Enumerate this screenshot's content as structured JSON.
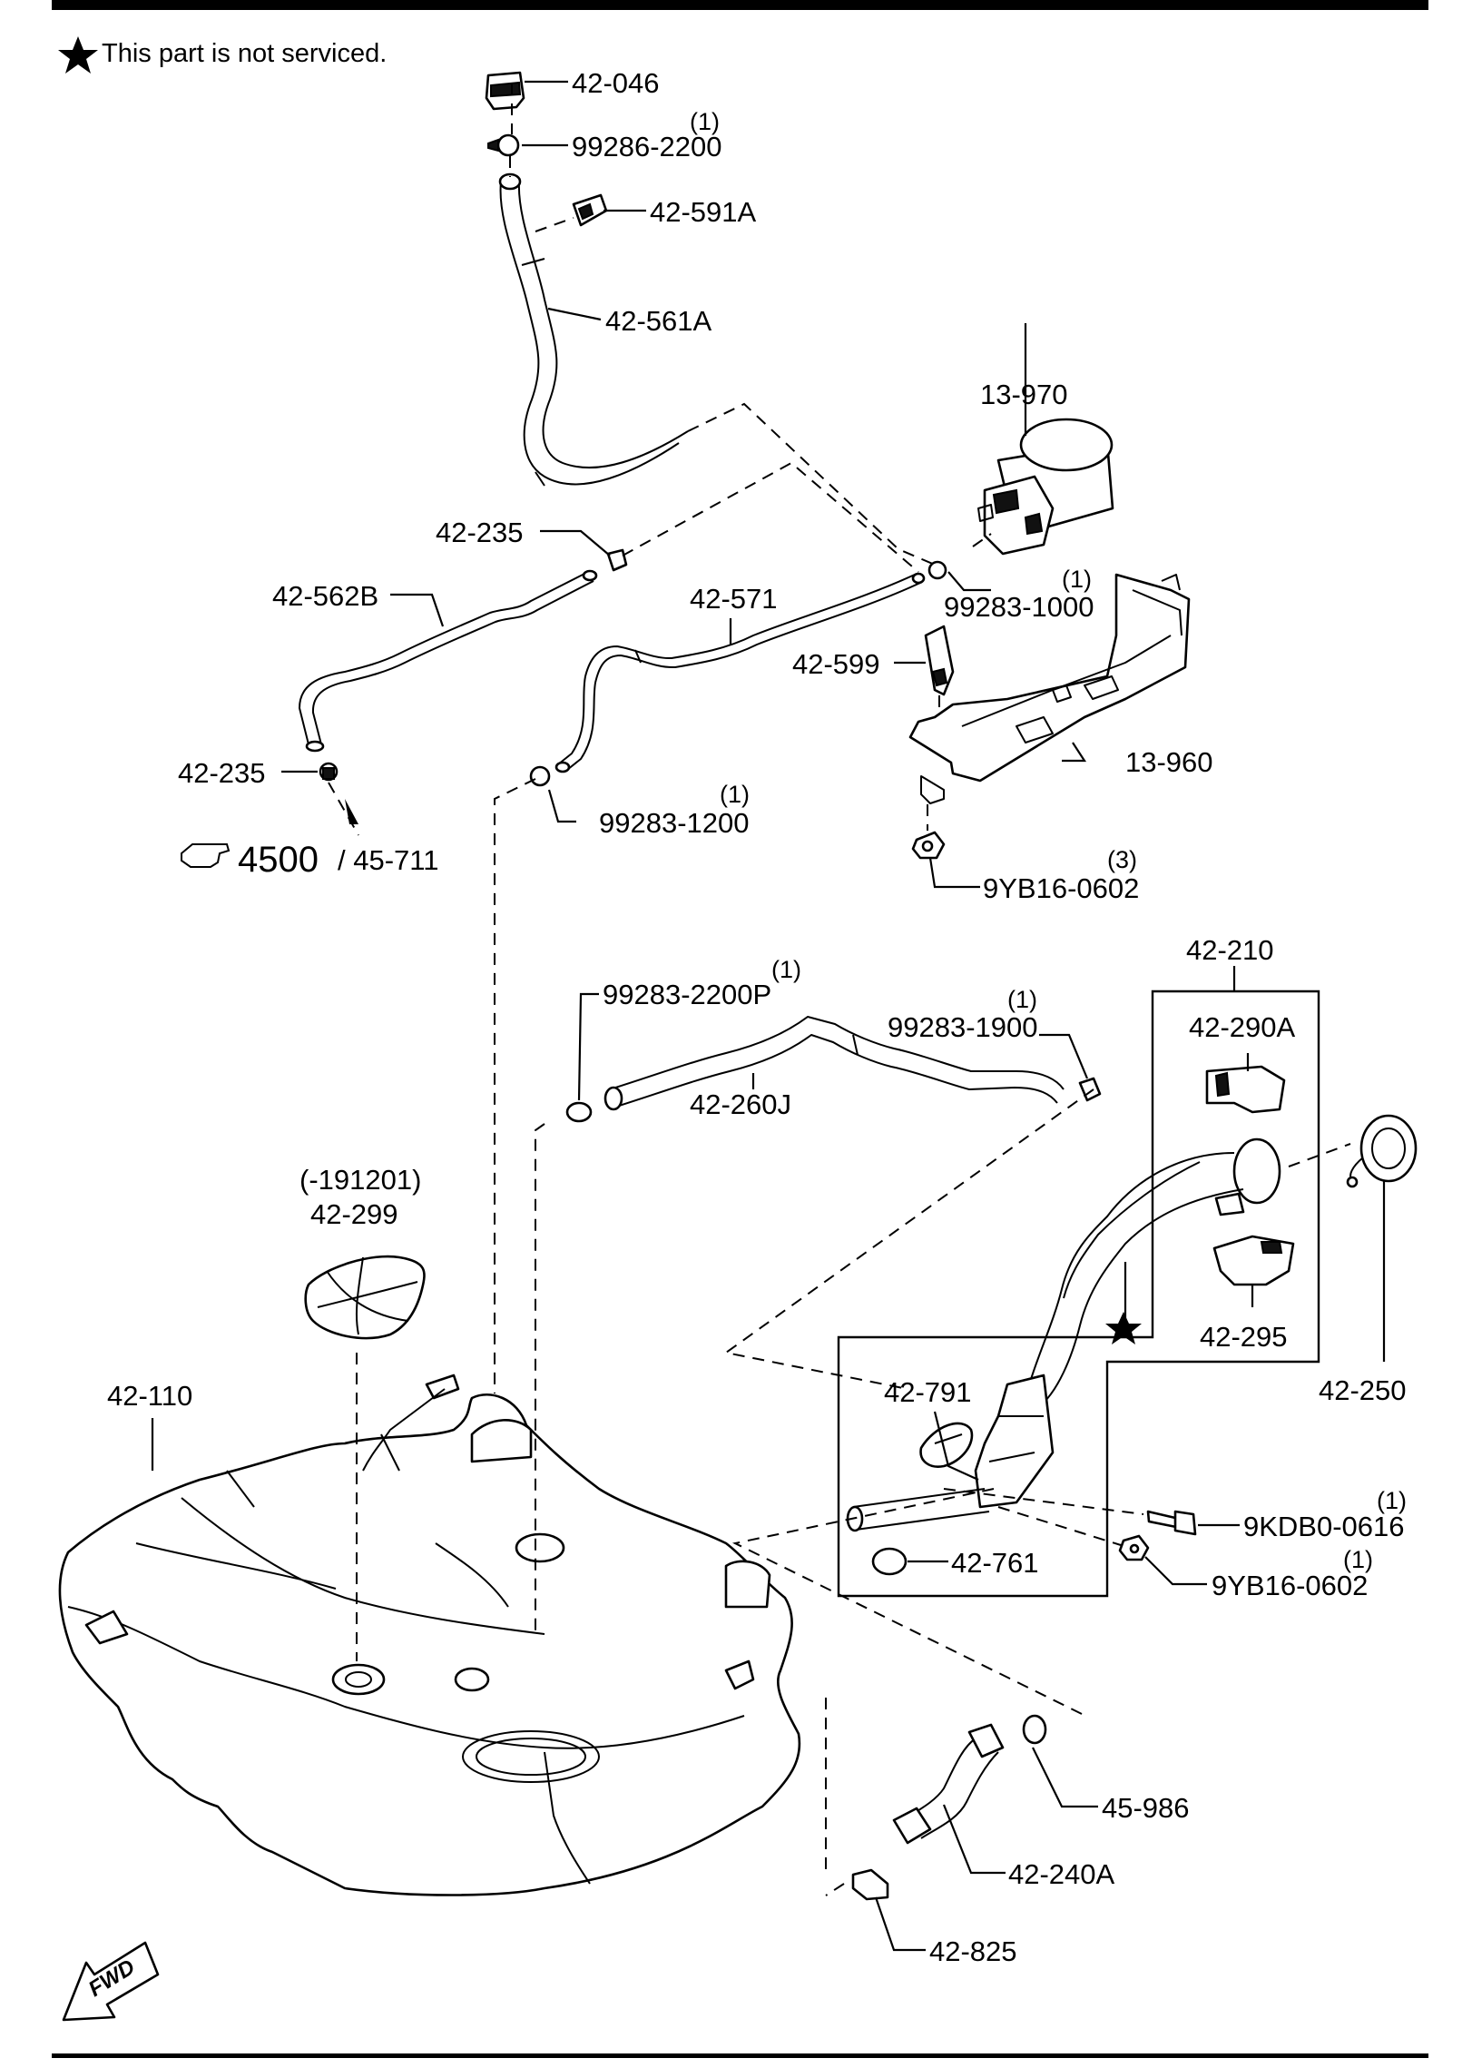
{
  "header": {
    "note": "This part is not serviced."
  },
  "reference": {
    "page": "4500",
    "sub": "/ 45-711"
  },
  "fwd_label": "FWD",
  "labels": {
    "p42_046": "42-046",
    "p99286_2200": "99286-2200",
    "p99286_2200_qty": "(1)",
    "p42_591A": "42-591A",
    "p42_561A": "42-561A",
    "p13_970": "13-970",
    "p42_235_a": "42-235",
    "p42_562B": "42-562B",
    "p42_571": "42-571",
    "p99283_1000": "99283-1000",
    "p99283_1000_qty": "(1)",
    "p42_599": "42-599",
    "p13_960": "13-960",
    "p42_235_b": "42-235",
    "p99283_1200": "99283-1200",
    "p99283_1200_qty": "(1)",
    "p9YB16_0602_a": "9YB16-0602",
    "p9YB16_0602_a_qty": "(3)",
    "p42_210": "42-210",
    "p42_290A": "42-290A",
    "p99283_2200P": "99283-2200P",
    "p99283_2200P_qty": "(1)",
    "p99283_1900": "99283-1900",
    "p99283_1900_qty": "(1)",
    "p42_260J": "42-260J",
    "p_191201": "(-191201)",
    "p42_299": "42-299",
    "p42_295": "42-295",
    "p42_250": "42-250",
    "p42_110": "42-110",
    "p42_791": "42-791",
    "p9KDB0_0616": "9KDB0-0616",
    "p9KDB0_0616_qty": "(1)",
    "p9YB16_0602_b": "9YB16-0602",
    "p9YB16_0602_b_qty": "(1)",
    "p42_761": "42-761",
    "p45_986": "45-986",
    "p42_240A": "42-240A",
    "p42_825": "42-825"
  },
  "icons": {
    "star": "star-icon",
    "hand": "pointing-hand-icon",
    "fwd_arrow": "fwd-arrow-icon"
  }
}
